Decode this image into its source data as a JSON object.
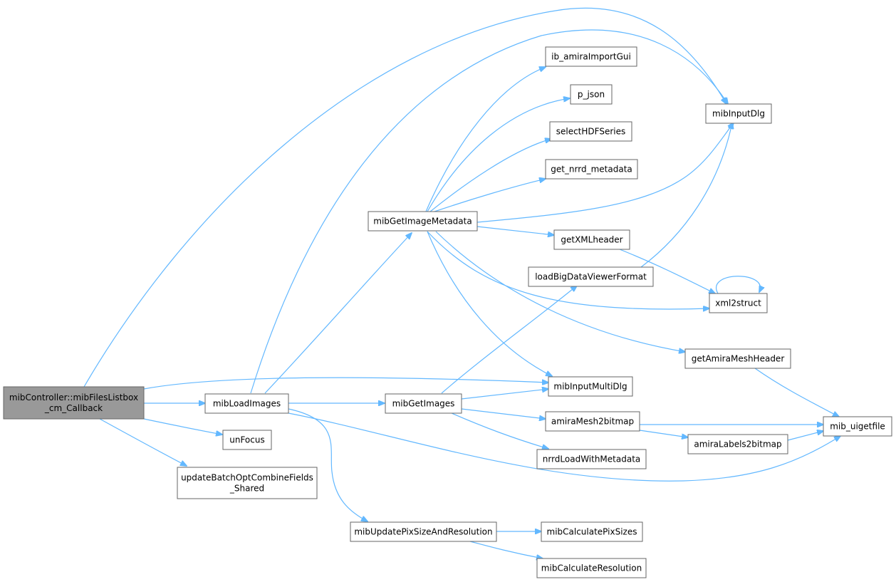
{
  "colors": {
    "edge": "#63b8ff",
    "node_border": "#666666",
    "node_fill": "#ffffff",
    "root_fill": "#999999"
  },
  "nodes": [
    {
      "id": "root",
      "lines": [
        "mibController::mibFilesListbox",
        "_cm_Callback"
      ],
      "root": true
    },
    {
      "id": "mibLoadImages",
      "lines": [
        "mibLoadImages"
      ]
    },
    {
      "id": "unFocus",
      "lines": [
        "unFocus"
      ]
    },
    {
      "id": "updateBatch",
      "lines": [
        "updateBatchOptCombineFields",
        "_Shared"
      ]
    },
    {
      "id": "mibGetImageMetadata",
      "lines": [
        "mibGetImageMetadata"
      ]
    },
    {
      "id": "mibGetImages",
      "lines": [
        "mibGetImages"
      ]
    },
    {
      "id": "mibUpdatePix",
      "lines": [
        "mibUpdatePixSizeAndResolution"
      ]
    },
    {
      "id": "ib_amira",
      "lines": [
        "ib_amiraImportGui"
      ]
    },
    {
      "id": "p_json",
      "lines": [
        "p_json"
      ]
    },
    {
      "id": "selectHDF",
      "lines": [
        "selectHDFSeries"
      ]
    },
    {
      "id": "get_nrrd",
      "lines": [
        "get_nrrd_metadata"
      ]
    },
    {
      "id": "getXML",
      "lines": [
        "getXMLheader"
      ]
    },
    {
      "id": "loadBig",
      "lines": [
        "loadBigDataViewerFormat"
      ]
    },
    {
      "id": "xml2struct",
      "lines": [
        "xml2struct"
      ]
    },
    {
      "id": "getAmira",
      "lines": [
        "getAmiraMeshHeader"
      ]
    },
    {
      "id": "mibInputMulti",
      "lines": [
        "mibInputMultiDlg"
      ]
    },
    {
      "id": "amiraMesh",
      "lines": [
        "amiraMesh2bitmap"
      ]
    },
    {
      "id": "nrrdLoad",
      "lines": [
        "nrrdLoadWithMetadata"
      ]
    },
    {
      "id": "mibCalcPix",
      "lines": [
        "mibCalculatePixSizes"
      ]
    },
    {
      "id": "mibCalcRes",
      "lines": [
        "mibCalculateResolution"
      ]
    },
    {
      "id": "mibInputDlg",
      "lines": [
        "mibInputDlg"
      ]
    },
    {
      "id": "amiraLabels",
      "lines": [
        "amiraLabels2bitmap"
      ]
    },
    {
      "id": "mib_uiget",
      "lines": [
        "mib_uigetfile"
      ]
    }
  ],
  "edges": [
    [
      "root",
      "mibLoadImages"
    ],
    [
      "root",
      "unFocus"
    ],
    [
      "root",
      "updateBatch"
    ],
    [
      "root",
      "mibInputDlg"
    ],
    [
      "root",
      "mibInputMulti"
    ],
    [
      "mibLoadImages",
      "mibGetImageMetadata"
    ],
    [
      "mibLoadImages",
      "mibGetImages"
    ],
    [
      "mibLoadImages",
      "mibUpdatePix"
    ],
    [
      "mibLoadImages",
      "mibInputDlg"
    ],
    [
      "mibLoadImages",
      "mib_uiget"
    ],
    [
      "mibGetImageMetadata",
      "ib_amira"
    ],
    [
      "mibGetImageMetadata",
      "p_json"
    ],
    [
      "mibGetImageMetadata",
      "selectHDF"
    ],
    [
      "mibGetImageMetadata",
      "get_nrrd"
    ],
    [
      "mibGetImageMetadata",
      "getXML"
    ],
    [
      "mibGetImageMetadata",
      "xml2struct"
    ],
    [
      "mibGetImageMetadata",
      "getAmira"
    ],
    [
      "mibGetImageMetadata",
      "mibInputMulti"
    ],
    [
      "mibGetImageMetadata",
      "mibInputDlg"
    ],
    [
      "mibGetImages",
      "loadBig"
    ],
    [
      "mibGetImages",
      "mibInputMulti"
    ],
    [
      "mibGetImages",
      "amiraMesh"
    ],
    [
      "mibGetImages",
      "nrrdLoad"
    ],
    [
      "mibUpdatePix",
      "mibCalcPix"
    ],
    [
      "mibUpdatePix",
      "mibCalcRes"
    ],
    [
      "getXML",
      "xml2struct"
    ],
    [
      "loadBig",
      "mibInputDlg"
    ],
    [
      "xml2struct",
      "xml2struct"
    ],
    [
      "getAmira",
      "mib_uiget"
    ],
    [
      "amiraMesh",
      "mib_uiget"
    ],
    [
      "amiraMesh",
      "amiraLabels"
    ],
    [
      "amiraLabels",
      "mib_uiget"
    ]
  ]
}
